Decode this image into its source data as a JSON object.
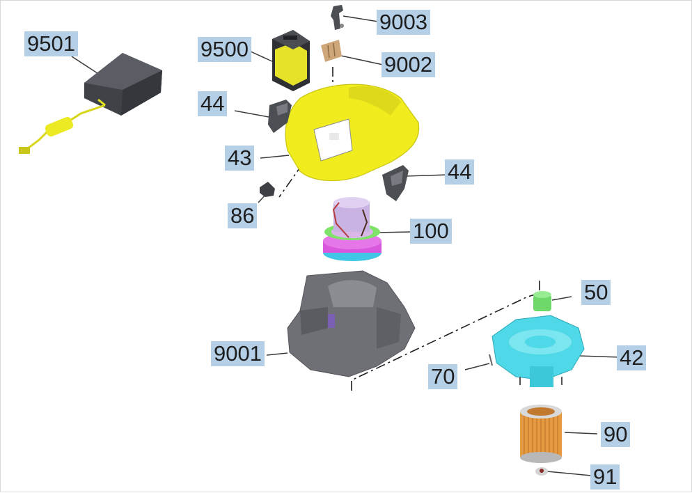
{
  "diagram": {
    "callouts": [
      {
        "id": "c9501",
        "label": "9501"
      },
      {
        "id": "c9500",
        "label": "9500"
      },
      {
        "id": "c9003",
        "label": "9003"
      },
      {
        "id": "c9002",
        "label": "9002"
      },
      {
        "id": "c44a",
        "label": "44"
      },
      {
        "id": "c43",
        "label": "43"
      },
      {
        "id": "c44b",
        "label": "44"
      },
      {
        "id": "c86",
        "label": "86"
      },
      {
        "id": "c100",
        "label": "100"
      },
      {
        "id": "c50",
        "label": "50"
      },
      {
        "id": "c9001",
        "label": "9001"
      },
      {
        "id": "c42",
        "label": "42"
      },
      {
        "id": "c70",
        "label": "70"
      },
      {
        "id": "c90",
        "label": "90"
      },
      {
        "id": "c91",
        "label": "91"
      }
    ],
    "colors": {
      "callout_bg": "#b5cfe6",
      "housing_yellow": "#f2ee1c",
      "charger_gray": "#4b4e53",
      "base_gray": "#6e6f74",
      "filter_holder_cyan": "#4fd8e8",
      "filter_orange": "#e5a14c",
      "fan_green": "#7fe36a",
      "motor_magenta": "#d65fd8"
    }
  }
}
